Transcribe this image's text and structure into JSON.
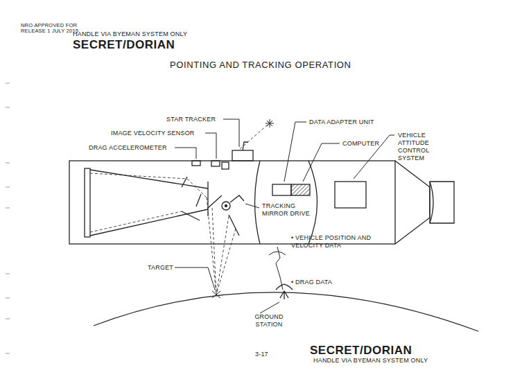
{
  "diagram": {
    "title": "POINTING AND TRACKING OPERATION",
    "labels": [
      "NRO APPROVED FOR RELEASE 1 JULY 2015",
      "HANDLE VIA BYEMAN SYSTEM ONLY",
      "SECRET/DORIAN",
      "STAR TRACKER",
      "IMAGE VELOCITY SENSOR",
      "DRAG ACCELEROMETER",
      "DATA ADAPTER UNIT",
      "COMPUTER",
      "VEHICLE ATTITUDE CONTROL SYSTEM",
      "TRACKING MIRROR DRIVE",
      "• VEHICLE POSITION AND VELOCITY DATA",
      "TARGET",
      "• DRAG DATA",
      "GROUND STATION",
      "3-17",
      "SECRET/DORIAN",
      "HANDLE VIA BYEMAN SYSTEM ONLY"
    ]
  }
}
